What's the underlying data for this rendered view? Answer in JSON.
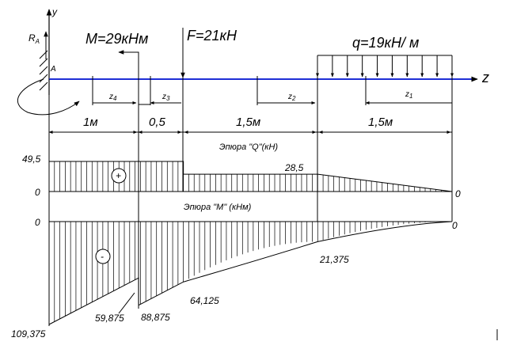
{
  "axis": {
    "y": "y",
    "z": "z"
  },
  "support": {
    "reaction_base": "R",
    "reaction_sub": "A",
    "point": "A"
  },
  "loads": {
    "moment": "M=29кНм",
    "force": "F=21кН",
    "distributed": "q=19кН/ м"
  },
  "sections": [
    {
      "base": "z",
      "sub": "4"
    },
    {
      "base": "z",
      "sub": "3"
    },
    {
      "base": "z",
      "sub": "2"
    },
    {
      "base": "z",
      "sub": "1"
    }
  ],
  "spans": [
    "1м",
    "0,5",
    "1,5м",
    "1,5м"
  ],
  "q_diagram": {
    "caption": "Эпюра \"Q\"(кН)",
    "sign": "+",
    "value_left": "49,5",
    "value_mid": "28,5",
    "zero_left": "0",
    "zero_right": "0"
  },
  "m_diagram": {
    "caption": "Эпюра \"М\" (кНм)",
    "sign": "-",
    "zero_left": "0",
    "zero_right": "0",
    "values": [
      "109,375",
      "59,875",
      "88,875",
      "64,125",
      "21,375"
    ]
  },
  "chart_data": {
    "type": "diagram",
    "beam_segments_m": [
      1,
      0.5,
      1.5,
      1.5
    ],
    "shear_Q_kN": {
      "x_m": [
        0,
        1.5,
        1.5,
        3.0,
        4.5
      ],
      "values": [
        49.5,
        49.5,
        28.5,
        28.5,
        0
      ]
    },
    "moment_M_kNm": {
      "x_m": [
        0,
        1.0,
        1.0,
        1.5,
        3.0,
        4.5
      ],
      "values": [
        -109.375,
        -59.875,
        -88.875,
        -64.125,
        -21.375,
        0
      ]
    }
  }
}
